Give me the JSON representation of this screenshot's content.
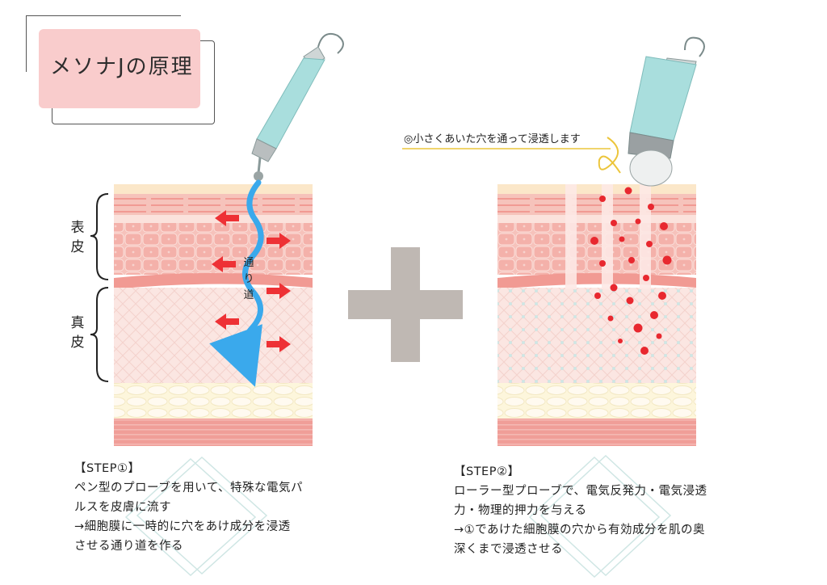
{
  "title": "メソナJの原理",
  "labels": {
    "epidermis": [
      "表",
      "皮"
    ],
    "dermis": [
      "真",
      "皮"
    ],
    "channel": [
      "通",
      "り",
      "道"
    ]
  },
  "callout": "◎小さくあいた穴を通って浸透します",
  "step1": {
    "heading": "【STEP①】",
    "lines": [
      "ペン型のプローブを用いて、特殊な電気パ",
      "ルスを皮膚に流す",
      "→細胞膜に一時的に穴をあけ成分を浸透",
      "させる通り道を作る"
    ]
  },
  "step2": {
    "heading": "【STEP②】",
    "lines": [
      "ローラー型プローブで、電気反発力・電気浸透",
      "力・物理的押力を与える",
      "→①であけた細胞膜の穴から有効成分を肌の奥",
      "深くまで浸透させる"
    ]
  },
  "colors": {
    "title_bg": "#f9cccc",
    "skin_top": "#f4b4ab",
    "skin_pale": "#fbe4e0",
    "fat": "#fbf3d2",
    "muscle": "#ef9a95",
    "channel": "#3aa9ec",
    "arrow": "#ee3135",
    "dot": "#e8282f",
    "probe": "#a9dedd",
    "plus": "#bfb8b3",
    "callout_line": "#ecc53b"
  }
}
